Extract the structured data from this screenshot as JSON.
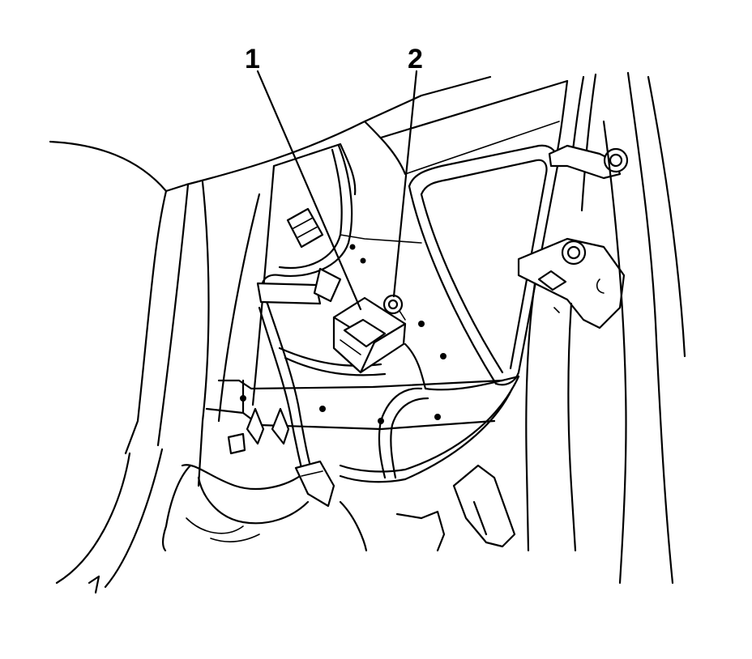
{
  "diagram": {
    "callouts": [
      {
        "id": "1",
        "label": "1"
      },
      {
        "id": "2",
        "label": "2"
      }
    ]
  }
}
